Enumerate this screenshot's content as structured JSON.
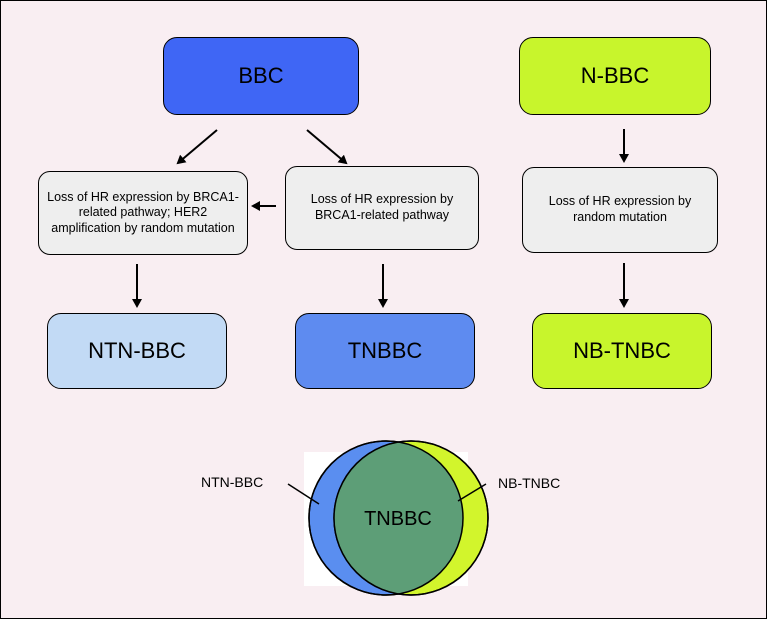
{
  "colors": {
    "background": "#f9eef2",
    "bbc": "#3f66f5",
    "nbbc": "#c8f52c",
    "ntnbbc": "#c2daf5",
    "tnbbc": "#5e8bf0",
    "nbtnbc": "#c8f52c",
    "process_box": "#eeeeee",
    "venn_left": "#5a8ef0",
    "venn_right": "#d2f52c",
    "venn_overlap": "#5d9e77"
  },
  "top": {
    "bbc": "BBC",
    "nbbc": "N-BBC"
  },
  "middle": {
    "left": "Loss of HR expression by BRCA1-related pathway; HER2 amplification by random mutation",
    "center": "Loss of HR expression by BRCA1-related pathway",
    "right": "Loss of HR expression by random mutation"
  },
  "bottom": {
    "ntnbbc": "NTN-BBC",
    "tnbbc": "TNBBC",
    "nbtnbc": "NB-TNBC"
  },
  "venn": {
    "left_label": "NTN-BBC",
    "right_label": "NB-TNBC",
    "overlap_label": "TNBBC"
  }
}
